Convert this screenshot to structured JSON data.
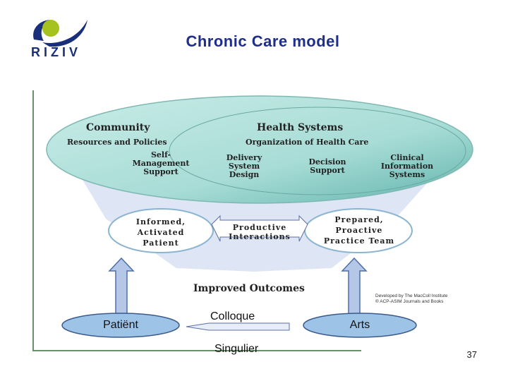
{
  "header": {
    "logo_text": "RIZIV",
    "title": "Chronic Care model"
  },
  "diagram": {
    "community": {
      "heading": "Community",
      "subheading": "Resources and Policies",
      "self_management": [
        "Self-",
        "Management",
        "Support"
      ]
    },
    "health_systems": {
      "heading": "Health Systems",
      "subheading": "Organization of Health Care",
      "delivery": [
        "Delivery",
        "System",
        "Design"
      ],
      "decision": [
        "Decision",
        "Support"
      ],
      "clinical": [
        "Clinical",
        "Information",
        "Systems"
      ]
    },
    "patient_ellipse": [
      "Informed,",
      "Activated",
      "Patient"
    ],
    "interactions": [
      "Productive",
      "Interactions"
    ],
    "team_ellipse": [
      "Prepared,",
      "Proactive",
      "Practice Team"
    ],
    "outcomes": "Improved Outcomes",
    "credit": [
      "Developed by The MacColl Institute",
      "® ACP-ASIM Journals and Books"
    ]
  },
  "overlay": {
    "patient": "Patiënt",
    "doctor": "Arts",
    "colloque": "Colloque",
    "singulier": "Singulier"
  },
  "footer": {
    "page_number": "37"
  },
  "colors": {
    "title": "#1f2e8a",
    "teal_light": "#b8e3e0",
    "teal_dark": "#5fb3ac",
    "oval_fill": "#9dc3e6",
    "arrow_fill": "#b4c7e7",
    "logo_green": "#a6c21e",
    "logo_blue": "#1a2f7a"
  }
}
